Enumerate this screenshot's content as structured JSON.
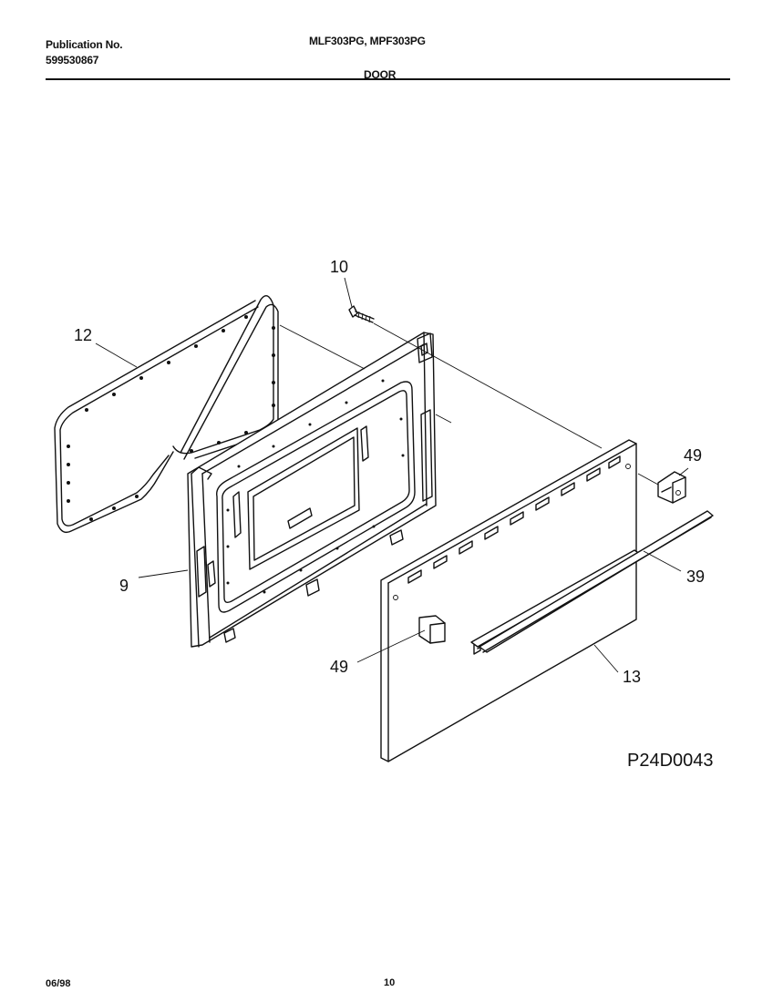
{
  "header": {
    "publication_label": "Publication No.",
    "publication_number": "599530867",
    "models": "MLF303PG, MPF303PG",
    "section_title": "DOOR"
  },
  "diagram": {
    "callouts": {
      "c10": "10",
      "c12": "12",
      "c9": "9",
      "c49_top": "49",
      "c39": "39",
      "c49_bottom": "49",
      "c13": "13"
    },
    "diagram_id": "P24D0043"
  },
  "footer": {
    "date": "06/98",
    "page_number": "10"
  }
}
